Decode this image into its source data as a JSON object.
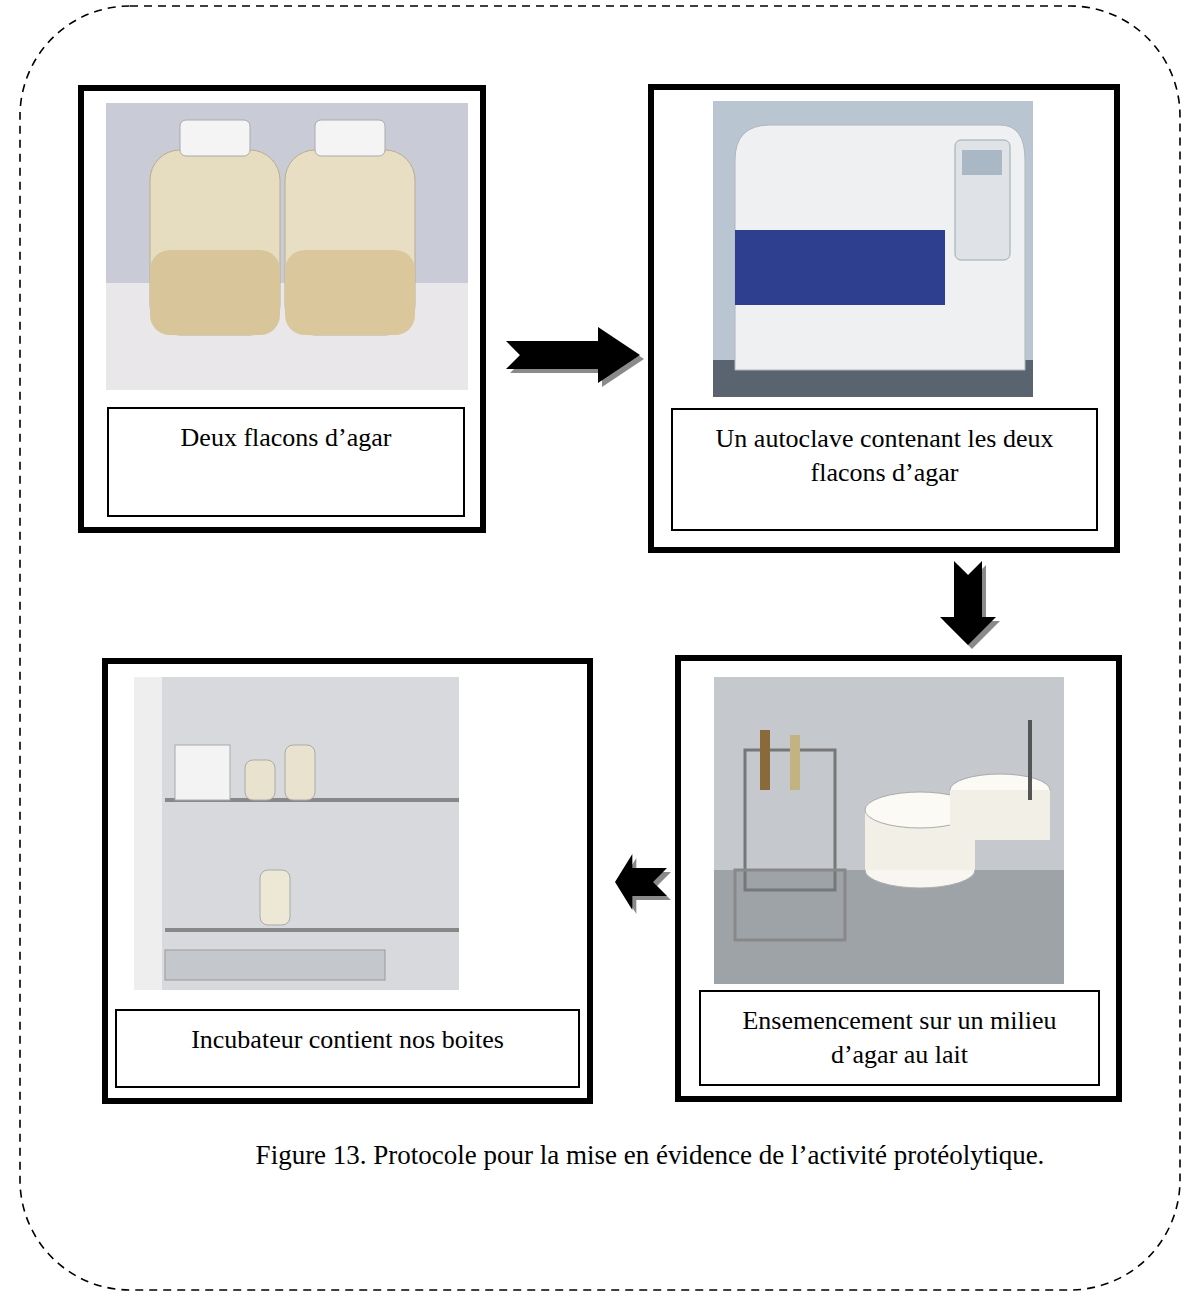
{
  "diagram": {
    "caption": "Figure 13. Protocole pour la mise en évidence de l’activité protéolytique.",
    "nodes": [
      {
        "text": [
          "Deux flacons d’agar"
        ]
      },
      {
        "text": [
          "Un autoclave contenant les deux flacons d’agar"
        ]
      },
      {
        "text": [
          "Ensemencement sur un milieu d’agar au lait"
        ]
      },
      {
        "text": [
          "Incubateur contient nos boites"
        ]
      }
    ],
    "edges": [
      {
        "from": 0,
        "to": 1,
        "arrow": "to"
      },
      {
        "from": 1,
        "to": 2,
        "arrow": "to"
      },
      {
        "from": 2,
        "to": 3,
        "arrow": "to"
      }
    ]
  }
}
